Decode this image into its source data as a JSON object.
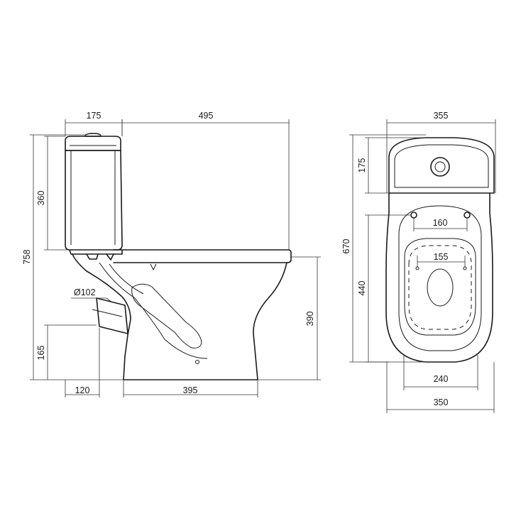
{
  "colors": {
    "line": "#1a1a1a",
    "background": "#ffffff"
  },
  "side_view": {
    "dims": {
      "tank_depth": "175",
      "bowl_length": "495",
      "total_height": "758",
      "tank_height": "360",
      "outlet_height": "165",
      "outlet_diameter": "Ø102",
      "outlet_offset": "120",
      "base_length": "395",
      "seat_height": "390"
    }
  },
  "top_view": {
    "dims": {
      "tank_width": "355",
      "tank_top_depth": "175",
      "total_length": "670",
      "bowl_depth": "440",
      "rear_holes": "160",
      "seat_holes": "155",
      "base_width": "240",
      "bowl_width": "350"
    }
  }
}
